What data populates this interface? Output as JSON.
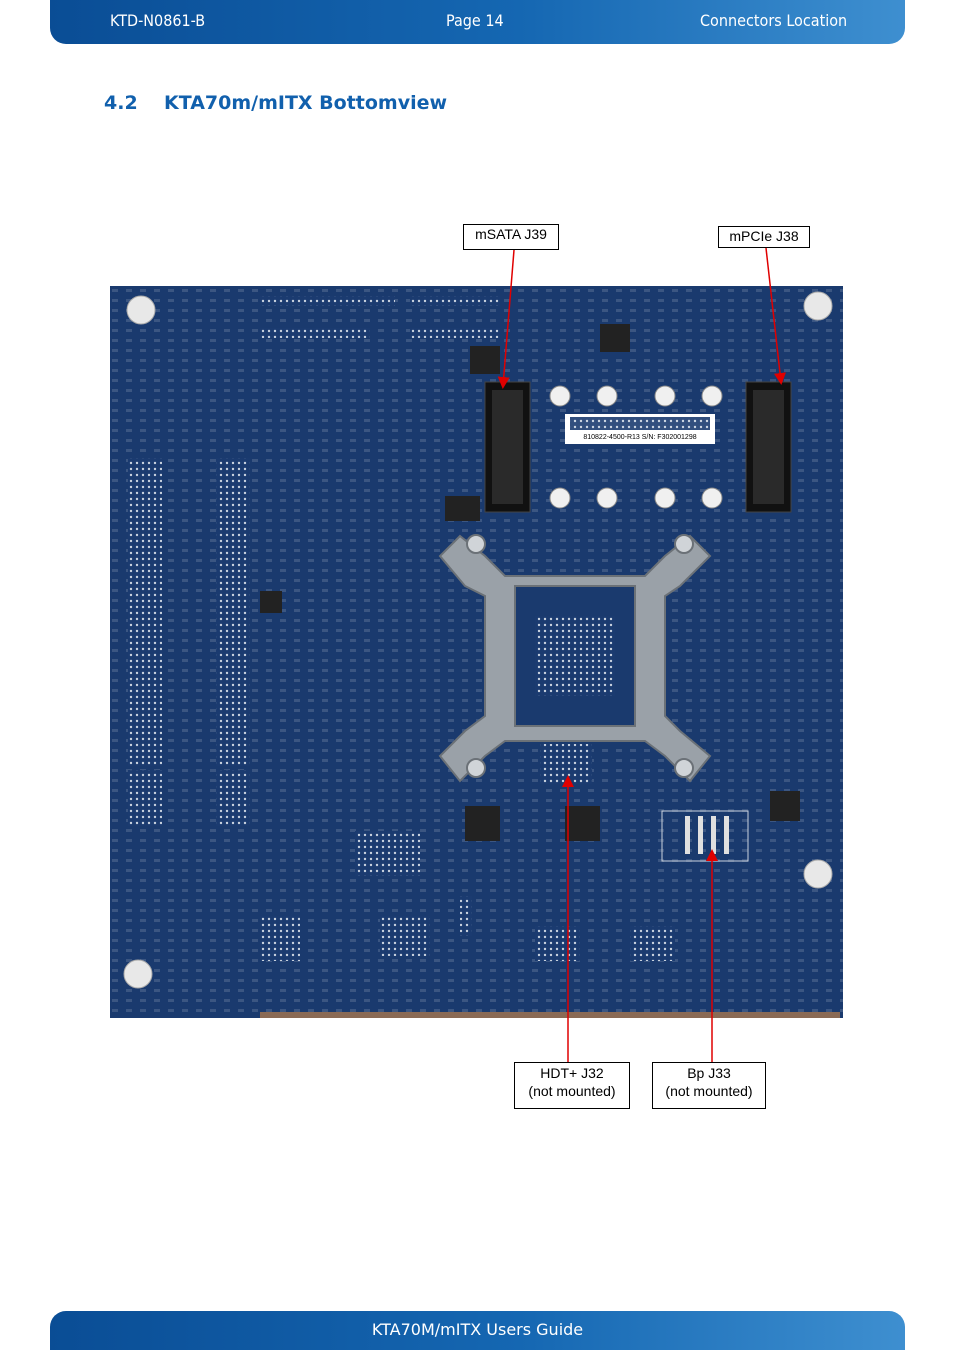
{
  "header": {
    "doc_id": "KTD-N0861-B",
    "page": "Page 14",
    "chapter": "Connectors Location"
  },
  "section": {
    "number": "4.2",
    "title": "KTA70m/mITX Bottomview"
  },
  "board_label": "810822-4500-R13  S/N: F302001298",
  "callouts": {
    "msata": "mSATA J39",
    "mpcie": "mPCIe J38",
    "hdt_line1": "HDT+ J32",
    "hdt_line2": "(not mounted)",
    "bp_line1": "Bp J33",
    "bp_line2": "(not mounted)"
  },
  "footer": {
    "title": "KTA70M/mITX Users Guide"
  },
  "colors": {
    "header_blue": "#1567b2",
    "heading_blue": "#1160ad",
    "arrow_red": "#e00000",
    "pcb": "#1a3a6e"
  }
}
